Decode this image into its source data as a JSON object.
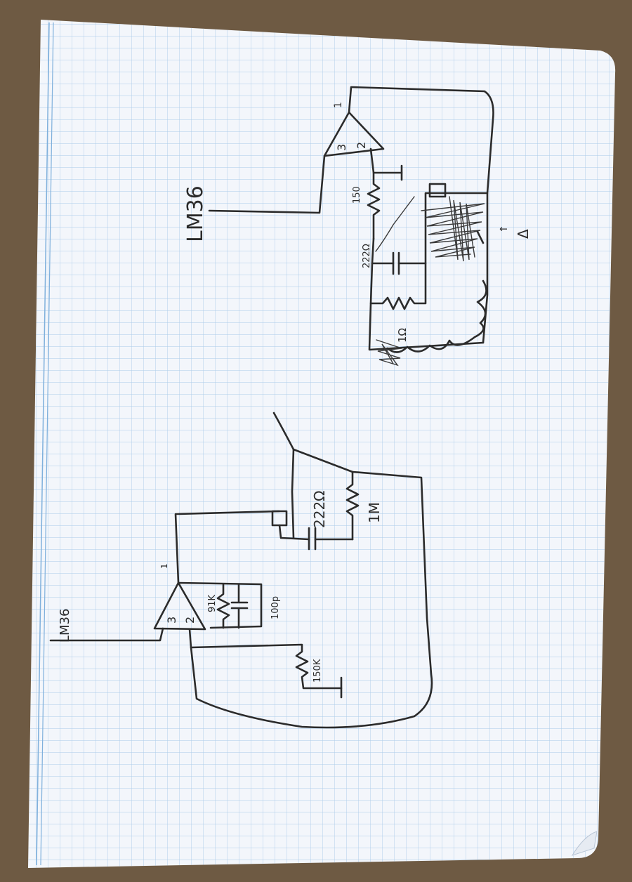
{
  "sheet": {
    "paper_color": "#f3f6fb",
    "grid_color": "#9dc3e6",
    "margin_line_color": "#7fb0dc",
    "background_color": "#6e5a43",
    "ink_color": "#2b2b2b"
  },
  "circuit_top": {
    "sensor_label": "LM36",
    "opamp_pins": {
      "out": "1",
      "in_plus": "3",
      "in_minus": "2"
    },
    "r_ground": "150",
    "r_mid": "222Ω",
    "r_feedback": "1Ω",
    "side_mark": "Δ",
    "side_arrow": "↑"
  },
  "circuit_bottom": {
    "sensor_label": "LM36",
    "opamp_pins": {
      "out": "1",
      "in_plus": "3",
      "in_minus": "2"
    },
    "r_feedback": "91K",
    "c_feedback": "100p",
    "r_ground": "150K",
    "r_mid": "222Ω",
    "r_big": "1M"
  }
}
